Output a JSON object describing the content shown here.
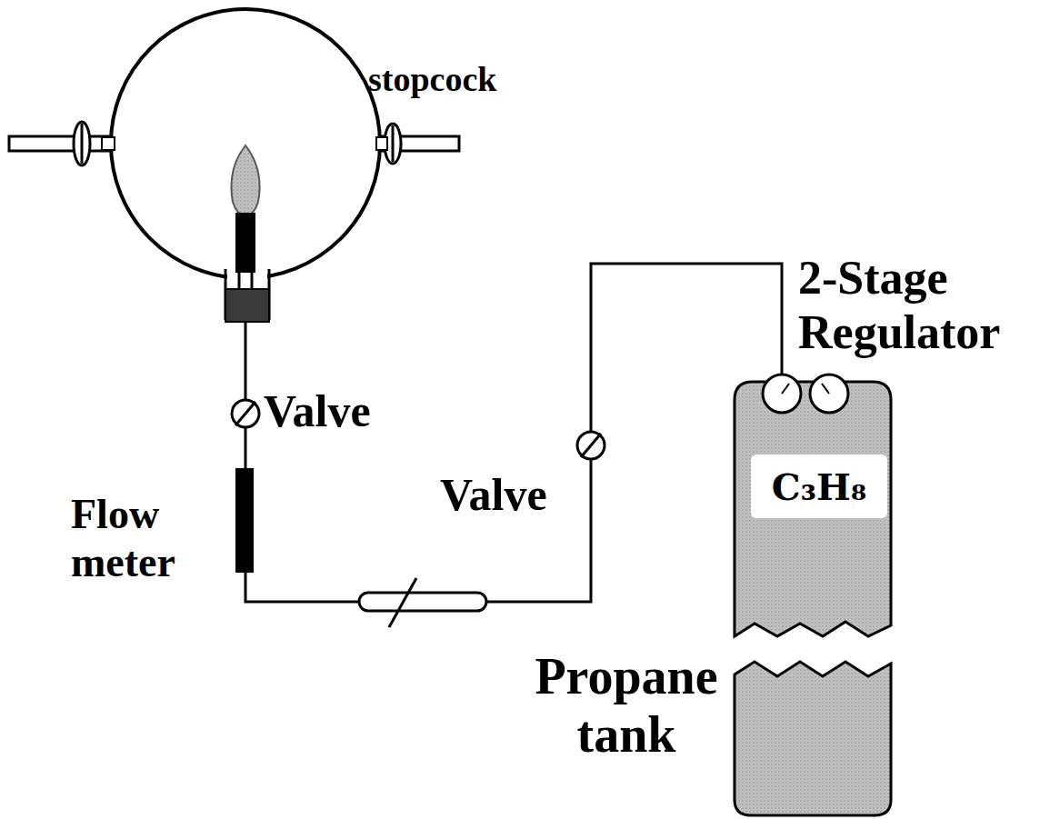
{
  "diagram": {
    "nodes": [
      {
        "text": [
          "C₃H₈"
        ]
      }
    ],
    "labels": [
      "stopcock",
      "Valve",
      "Flow meter",
      "Valve",
      "2-Stage Regulator",
      "Propane tank"
    ]
  }
}
